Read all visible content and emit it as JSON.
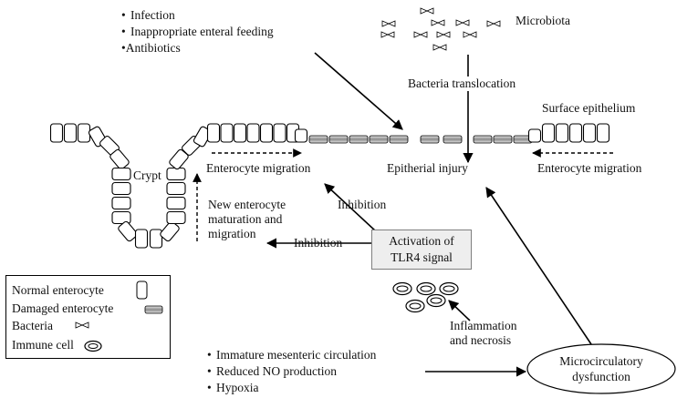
{
  "risk_factors": {
    "items": [
      "Infection",
      "Inappropriate enteral feeding",
      "Antibiotics"
    ]
  },
  "microbiota": {
    "label": "Microbiota"
  },
  "bacteria_translocation": {
    "label": "Bacteria translocation"
  },
  "surface_epithelium": {
    "label": "Surface epithelium"
  },
  "crypt": {
    "label": "Crypt"
  },
  "enterocyte_migration_left": {
    "label": "Enterocyte migration"
  },
  "enterocyte_migration_right": {
    "label": "Enterocyte migration"
  },
  "epithelial_injury": {
    "label": "Epitherial injury"
  },
  "inhibition_upper": {
    "label": "Inhibition"
  },
  "inhibition_lower": {
    "label": "Inhibition"
  },
  "new_enterocyte": {
    "lines": [
      "New enterocyte",
      "maturation and",
      "migration"
    ]
  },
  "tlr4": {
    "lines": [
      "Activation of",
      "TLR4 signal"
    ]
  },
  "inflammation": {
    "lines": [
      "Inflammation",
      "and necrosis"
    ]
  },
  "microcirculatory": {
    "lines": [
      "Microcirculatory",
      "dysfunction"
    ]
  },
  "causes": {
    "items": [
      "Immature mesenteric circulation",
      "Reduced NO production",
      "Hypoxia"
    ]
  },
  "legend": {
    "normal_enterocyte": "Normal enterocyte",
    "damaged_enterocyte": "Damaged enterocyte",
    "bacteria": "Bacteria",
    "immune_cell": "Immune cell"
  },
  "colors": {
    "damaged_fill": "#a6a6a6",
    "box_fill": "#eeeeee",
    "box_border": "#7f7f7f"
  }
}
